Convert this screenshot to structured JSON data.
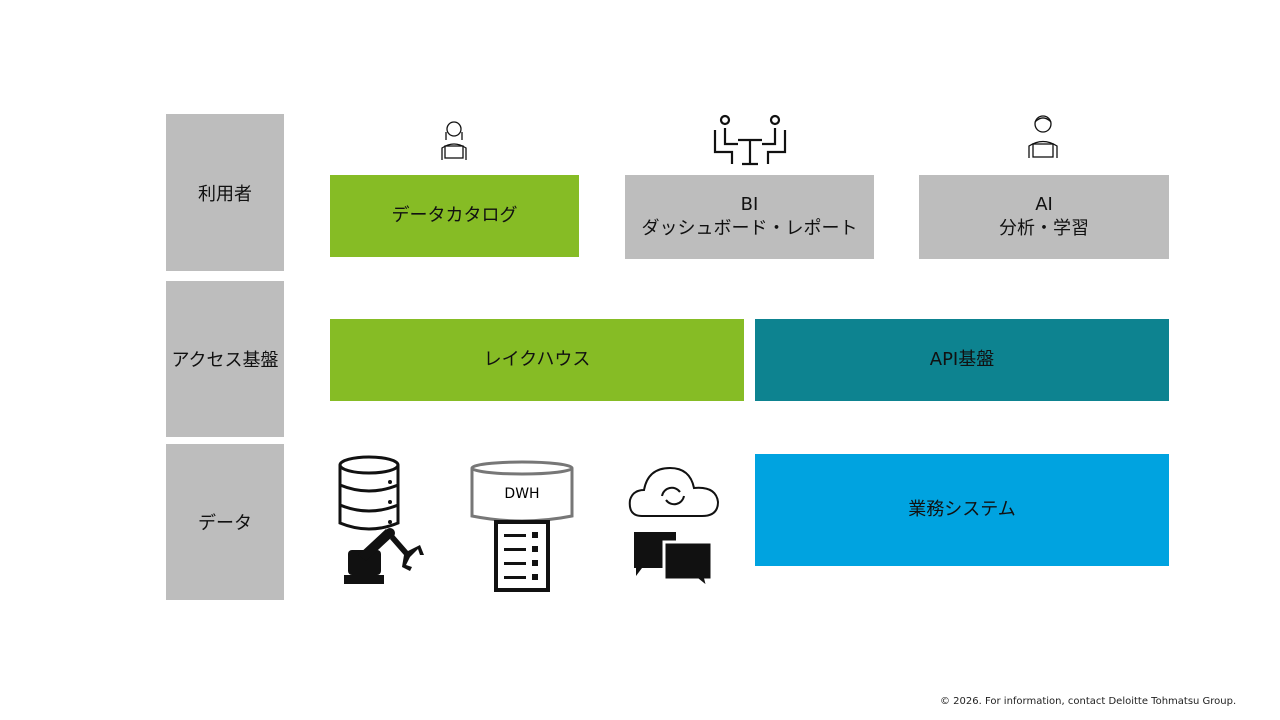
{
  "rows": {
    "users": "利用者",
    "access": "アクセス基盤",
    "data": "データ"
  },
  "boxes": {
    "catalog": "データカタログ",
    "bi_line1": "BI",
    "bi_line2": "ダッシュボード・レポート",
    "ai_line1": "AI",
    "ai_line2": "分析・学習",
    "lakehouse": "レイクハウス",
    "api": "API基盤",
    "business": "業務システム"
  },
  "icons": {
    "dwh_label": "DWH"
  },
  "colors": {
    "green": "#86bc25",
    "teal": "#0d8390",
    "blue": "#00a3e0",
    "gray": "#bdbdbd"
  },
  "footer": "© 2026. For information, contact Deloitte Tohmatsu Group."
}
